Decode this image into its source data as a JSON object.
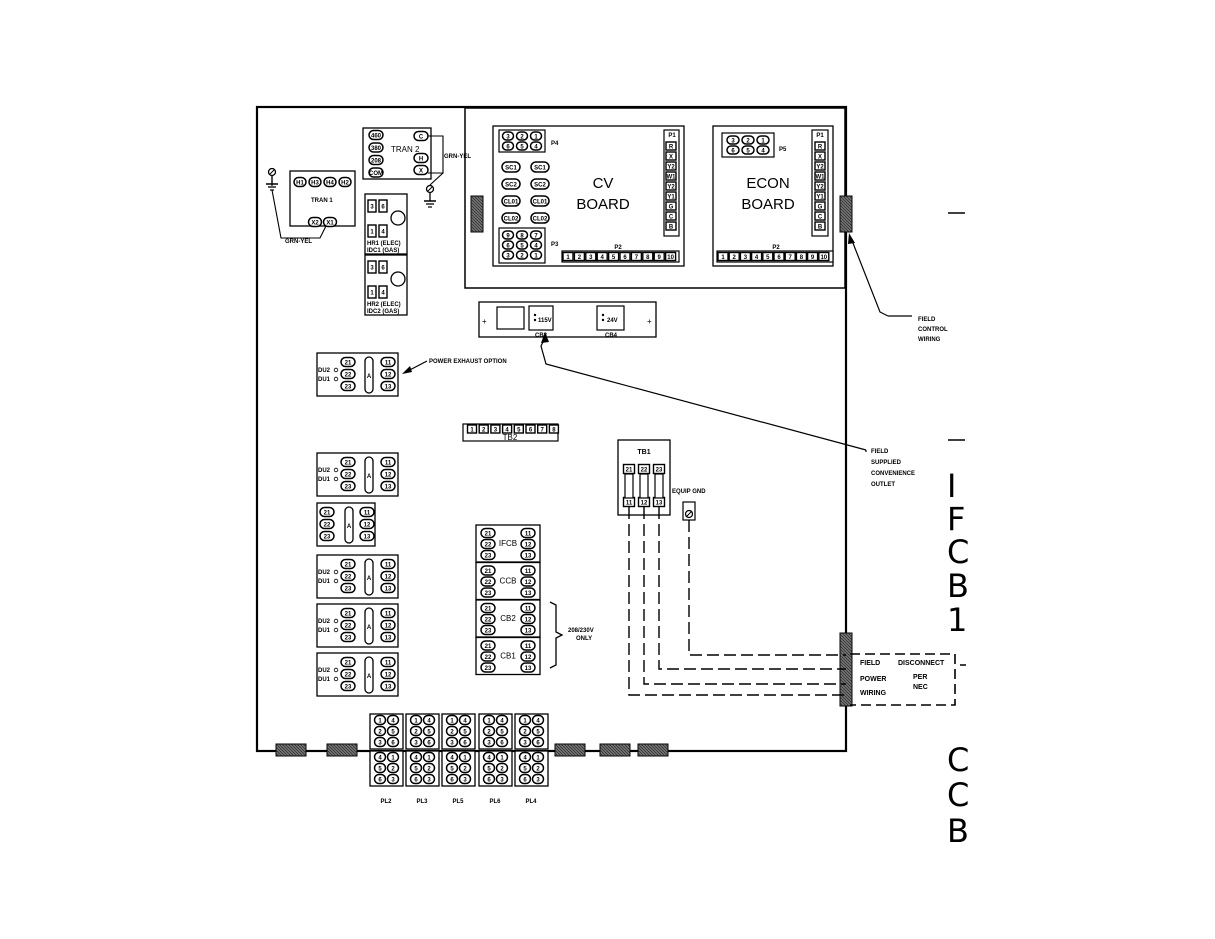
{
  "tran2": {
    "label": "TRAN 2",
    "left": [
      "460",
      "380",
      "208",
      "COM"
    ],
    "right": [
      "C",
      "H",
      "X"
    ]
  },
  "tran1": {
    "label": "TRAN 1",
    "top": [
      "H1",
      "H3",
      "H4",
      "H2"
    ],
    "bottom": [
      "X2",
      "X1"
    ]
  },
  "grn_yel": "GRN-YEL",
  "hr1": {
    "lines": [
      "HR1 (ELEC)",
      "IDC1 (GAS)"
    ],
    "terms": [
      "3",
      "6",
      "1",
      "4"
    ]
  },
  "hr2": {
    "lines": [
      "HR2 (ELEC)",
      "IDC2 (GAS)"
    ],
    "terms": [
      "3",
      "6",
      "1",
      "4"
    ]
  },
  "cv_board": {
    "title": [
      "CV",
      "BOARD"
    ],
    "p4": "P4",
    "p4_terms": [
      "3",
      "2",
      "1",
      "6",
      "5",
      "4"
    ],
    "pills_left": [
      "SC1",
      "SC2",
      "CL01",
      "CL02"
    ],
    "pills_right": [
      "SC1",
      "SC2",
      "CL01",
      "CL02"
    ],
    "p3": "P3",
    "p3_terms": [
      "9",
      "8",
      "7",
      "6",
      "5",
      "4",
      "3",
      "2",
      "1"
    ],
    "p1": "P1",
    "p1_terms": [
      "R",
      "X",
      "Y2",
      "W1",
      "Y2",
      "Y1",
      "G",
      "C",
      "B"
    ],
    "p2": "P2",
    "p2_terms": [
      "1",
      "2",
      "3",
      "4",
      "5",
      "6",
      "7",
      "8",
      "9",
      "10"
    ]
  },
  "econ_board": {
    "title": [
      "ECON",
      "BOARD"
    ],
    "p5": "P5",
    "p5_terms": [
      "3",
      "2",
      "1",
      "6",
      "5",
      "4"
    ],
    "p1": "P1",
    "p1_terms": [
      "R",
      "X",
      "Y2",
      "W1",
      "Y2",
      "Y1",
      "G",
      "C",
      "B"
    ],
    "p2": "P2",
    "p2_terms": [
      "1",
      "2",
      "3",
      "4",
      "5",
      "6",
      "7",
      "8",
      "9",
      "10"
    ]
  },
  "outlet": {
    "cb3": "CB3",
    "cb4": "CB4",
    "v115": "115V",
    "v24": "24V"
  },
  "contactor": {
    "du2": "DU2",
    "du1": "DU1",
    "left": [
      "21",
      "22",
      "23"
    ],
    "right": [
      "11",
      "12",
      "13"
    ],
    "coil": "A"
  },
  "power_exhaust": "POWER EXHAUST OPTION",
  "tb2": {
    "label": "TB2",
    "terms": [
      "1",
      "2",
      "3",
      "4",
      "5",
      "6",
      "7",
      "8"
    ]
  },
  "tb1": {
    "label": "TB1",
    "top": [
      "21",
      "22",
      "23"
    ],
    "bottom": [
      "11",
      "12",
      "13"
    ]
  },
  "equip_gnd": "EQUIP GND",
  "breakers": [
    {
      "label": "IFCB",
      "left": [
        "21",
        "22",
        "23"
      ],
      "right": [
        "11",
        "12",
        "13"
      ]
    },
    {
      "label": "CCB",
      "left": [
        "21",
        "22",
        "23"
      ],
      "right": [
        "11",
        "12",
        "13"
      ]
    },
    {
      "label": "CB2",
      "left": [
        "21",
        "22",
        "23"
      ],
      "right": [
        "11",
        "12",
        "13"
      ]
    },
    {
      "label": "CB1",
      "left": [
        "21",
        "22",
        "23"
      ],
      "right": [
        "11",
        "12",
        "13"
      ]
    }
  ],
  "note_208": [
    "208/230V",
    "ONLY"
  ],
  "plugs": [
    "PL2",
    "PL3",
    "PL5",
    "PL6",
    "PL4"
  ],
  "plug_terms": {
    "top": [
      "1",
      "4",
      "2",
      "5",
      "3",
      "6"
    ],
    "bottom": [
      "4",
      "1",
      "5",
      "2",
      "6",
      "3"
    ]
  },
  "field_control": [
    "FIELD",
    "CONTROL",
    "WIRING"
  ],
  "field_outlet": [
    "FIELD",
    "SUPPLIED",
    "CONVENIENCE",
    "OUTLET"
  ],
  "field_power": [
    "FIELD",
    "POWER",
    "WIRING"
  ],
  "disconnect": [
    "DISCONNECT",
    "PER",
    "NEC"
  ],
  "side_labels": [
    "I",
    "F",
    "C",
    "B",
    "1",
    "C",
    "C",
    "B"
  ]
}
